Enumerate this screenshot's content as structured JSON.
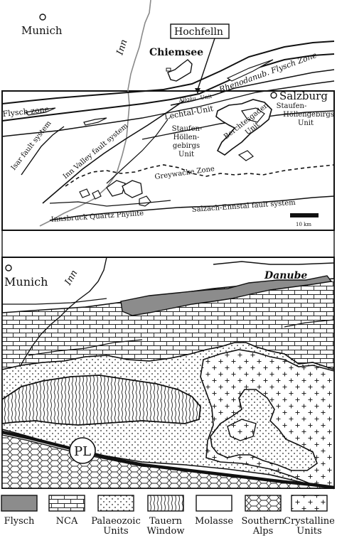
{
  "top_map": {
    "cities": {
      "munich": "Munich",
      "salzburg": "Salzburg"
    },
    "river_inn": "Inn",
    "lake": "Chiemsee",
    "callout": "Hochfelln",
    "labels": {
      "rhenodanub": "Rhenodanub. Flysch Zone",
      "flysch_zone": "Flysch zone",
      "allgau": "Allgäu",
      "unit_small": "Unit",
      "lechtal": "Lechtal-Unit",
      "staufen_east": [
        "Staufen-",
        "Höllengebirgs",
        "Unit"
      ],
      "staufen_mid": [
        "Staufen-",
        "Höllen-",
        "gebirgs",
        "Unit"
      ],
      "berchtesgaden": [
        "Berchtesgaden",
        "Unit"
      ],
      "isar": "Isar fault system",
      "inn_valley": "Inn Valley fault system",
      "greywacke": "Greywacke Zone",
      "innsbruck": "Innsbruck Quartz Phyllite",
      "salzach": "Salzach-Ennstal fault system",
      "scale": "10 km"
    }
  },
  "bottom_map": {
    "city": "Munich",
    "river_inn": "Inn",
    "river_danube": "Danube",
    "pl": "PL"
  },
  "legend": {
    "items": [
      {
        "label": [
          "Flysch"
        ],
        "pattern": "flysch"
      },
      {
        "label": [
          "NCA"
        ],
        "pattern": "nca"
      },
      {
        "label": [
          "Palaeozoic",
          "Units"
        ],
        "pattern": "paleo"
      },
      {
        "label": [
          "Tauern",
          "Window"
        ],
        "pattern": "tauern"
      },
      {
        "label": [
          "Molasse"
        ],
        "pattern": "molasse"
      },
      {
        "label": [
          "Southern",
          "Alps"
        ],
        "pattern": "southern"
      },
      {
        "label": [
          "Crystalline",
          "Units"
        ],
        "pattern": "crystalline"
      }
    ]
  },
  "colors": {
    "flysch": "#8c8c8c",
    "ink": "#111111",
    "river": "#8a8a8a"
  }
}
